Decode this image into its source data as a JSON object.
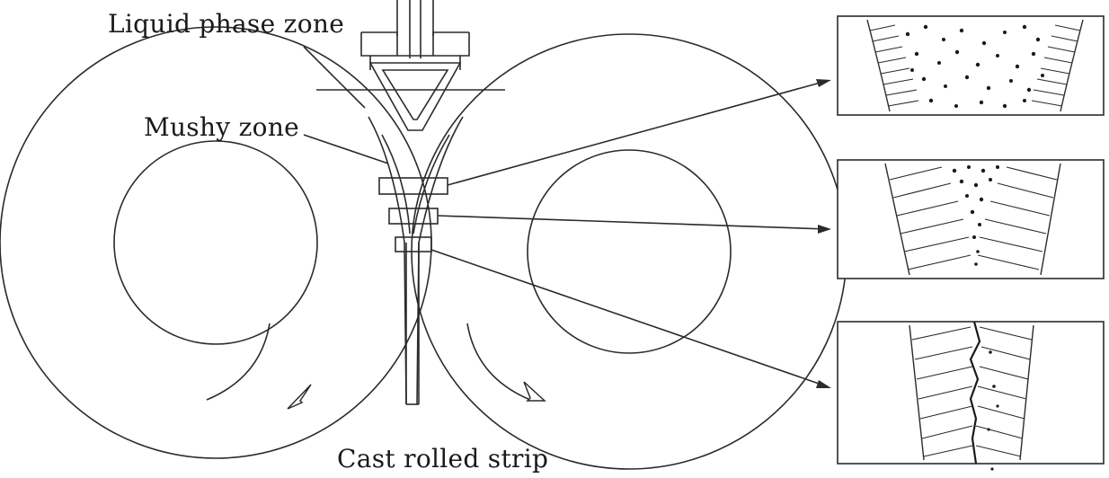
{
  "labels": {
    "liquid_phase_zone": "Liquid phase zone",
    "mushy_zone": "Mushy zone",
    "cast_rolled_strip": "Cast rolled strip"
  },
  "colors": {
    "line": "#2b2b2b",
    "background": "#ffffff"
  }
}
